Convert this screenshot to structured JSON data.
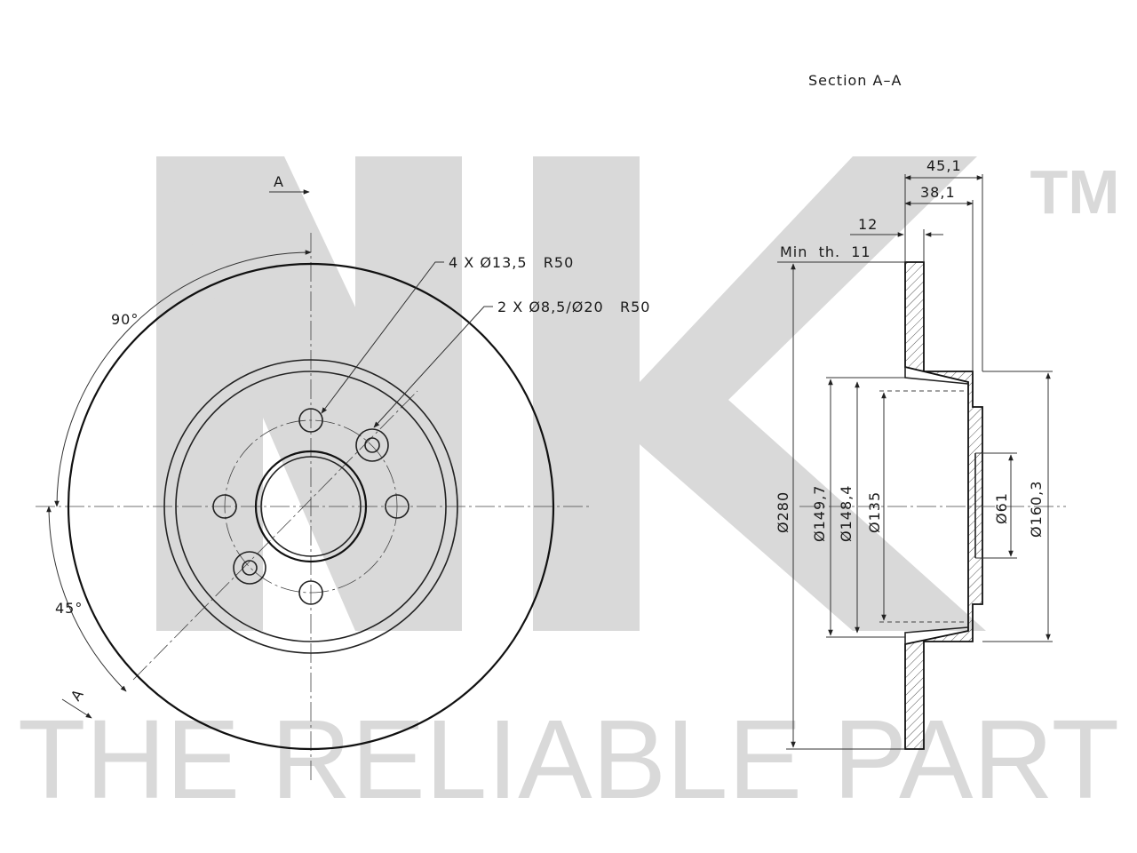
{
  "watermark": {
    "logo_text": "NK",
    "trademark": "TM",
    "slogan": "THE RELIABLE PART"
  },
  "front_view": {
    "section_marker": "A",
    "angle_90": "90°",
    "angle_45": "45°",
    "callout_bolt_holes": "4 X Ø13,5   R50",
    "callout_aux_holes": "2 X Ø8,5/Ø20   R50"
  },
  "section_view": {
    "title": "Section A–A",
    "dim_overall_height": "45,1",
    "dim_hat_height": "38,1",
    "dim_thickness": "12",
    "min_thickness": "Min  th.  11",
    "dia_outer": "Ø280",
    "dia_1": "Ø149,7",
    "dia_2": "Ø148,4",
    "dia_3": "Ø135",
    "dia_center": "Ø61",
    "dia_hub": "Ø160,3"
  }
}
